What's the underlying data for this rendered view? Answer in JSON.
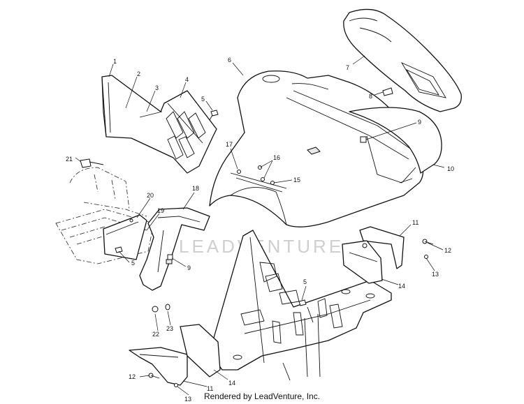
{
  "callouts": [
    {
      "id": "1",
      "label": "1"
    },
    {
      "id": "2",
      "label": "2"
    },
    {
      "id": "3",
      "label": "3"
    },
    {
      "id": "4",
      "label": "4"
    },
    {
      "id": "5a",
      "label": "5"
    },
    {
      "id": "6",
      "label": "6"
    },
    {
      "id": "7",
      "label": "7"
    },
    {
      "id": "8",
      "label": "8"
    },
    {
      "id": "9a",
      "label": "9"
    },
    {
      "id": "10",
      "label": "10"
    },
    {
      "id": "17",
      "label": "17"
    },
    {
      "id": "16",
      "label": "16"
    },
    {
      "id": "15",
      "label": "15"
    },
    {
      "id": "21",
      "label": "21"
    },
    {
      "id": "18",
      "label": "18"
    },
    {
      "id": "20",
      "label": "20"
    },
    {
      "id": "19",
      "label": "19"
    },
    {
      "id": "5b",
      "label": "5"
    },
    {
      "id": "9b",
      "label": "9"
    },
    {
      "id": "11a",
      "label": "11"
    },
    {
      "id": "12a",
      "label": "12"
    },
    {
      "id": "13a",
      "label": "13"
    },
    {
      "id": "14a",
      "label": "14"
    },
    {
      "id": "5c",
      "label": "5"
    },
    {
      "id": "23",
      "label": "23"
    },
    {
      "id": "22",
      "label": "22"
    },
    {
      "id": "14b",
      "label": "14"
    },
    {
      "id": "12b",
      "label": "12"
    },
    {
      "id": "11b",
      "label": "11"
    },
    {
      "id": "13b",
      "label": "13"
    }
  ],
  "watermark": "LEADVENTURE",
  "footer": "Rendered by LeadVenture, Inc."
}
